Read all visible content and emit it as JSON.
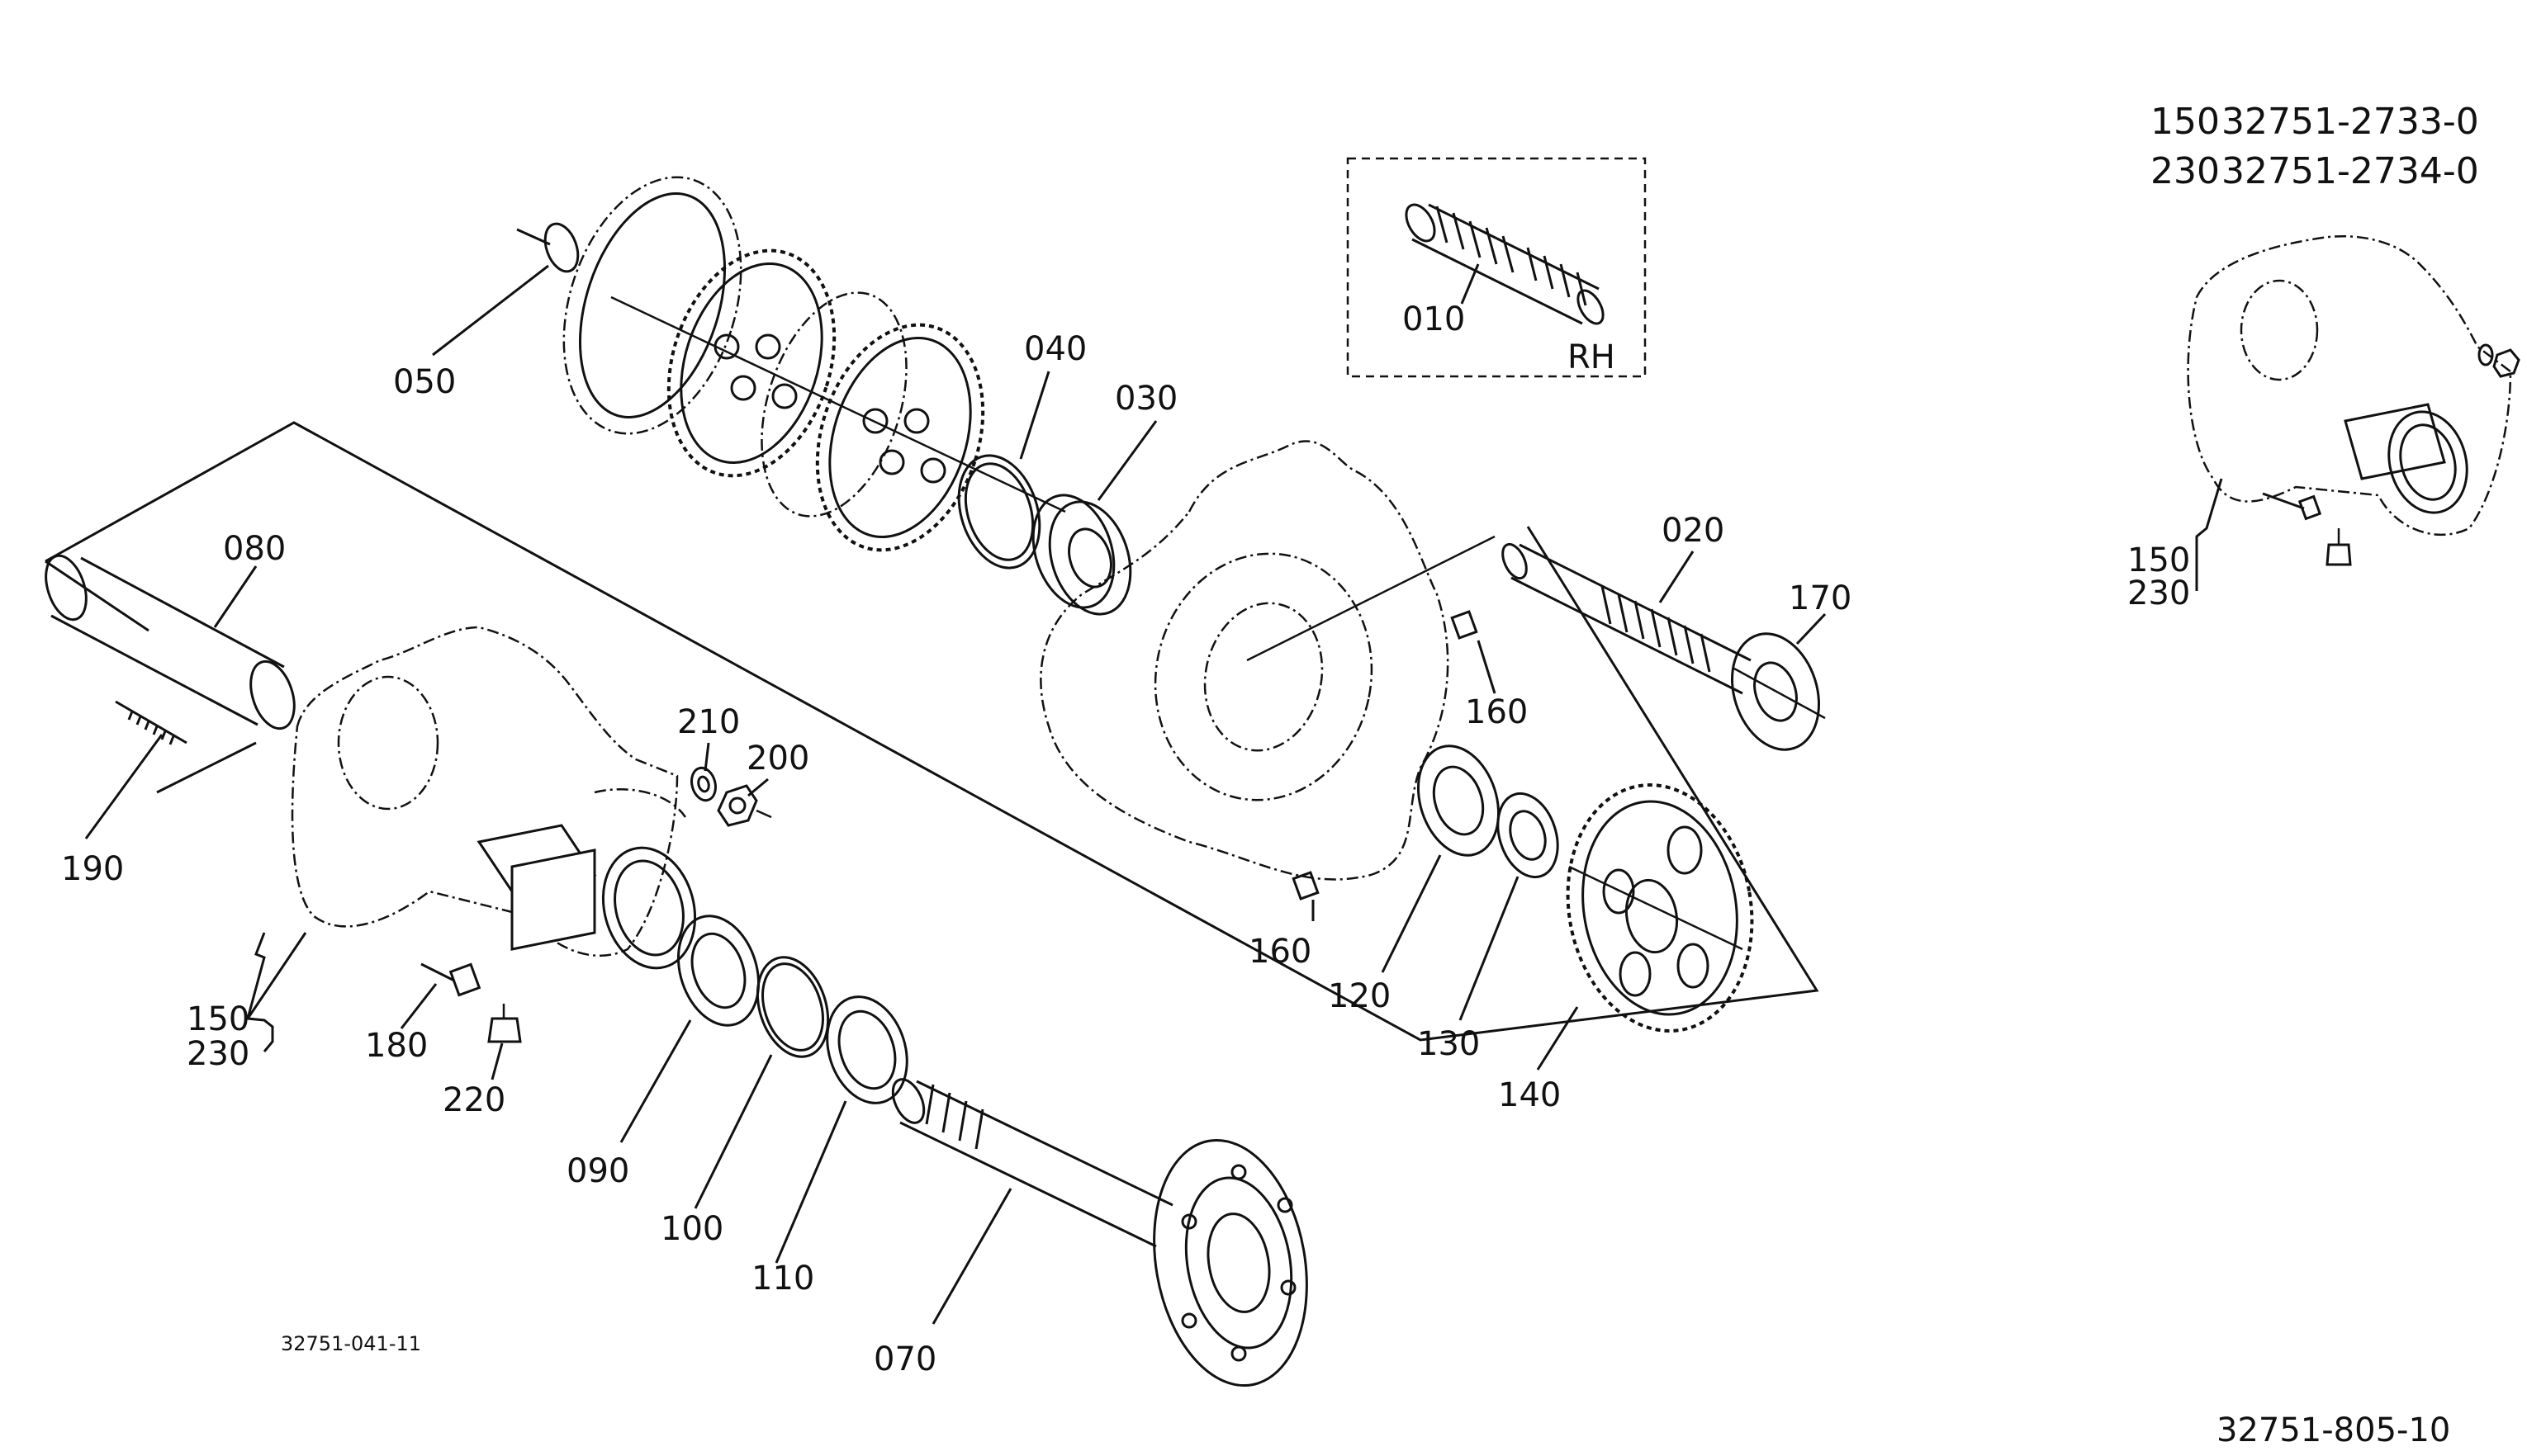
{
  "part_no_list": [
    {
      "item": "150",
      "number": "32751-2733-0"
    },
    {
      "item": "230",
      "number": "32751-2734-0"
    }
  ],
  "callouts": {
    "c010": "010",
    "c020": "020",
    "c030": "030",
    "c040": "040",
    "c050": "050",
    "c070": "070",
    "c080": "080",
    "c090": "090",
    "c100": "100",
    "c110": "110",
    "c120": "120",
    "c130": "130",
    "c140": "140",
    "c150": "150",
    "c160a": "160",
    "c160b": "160",
    "c170": "170",
    "c180": "180",
    "c190": "190",
    "c200": "200",
    "c210": "210",
    "c220": "220",
    "c230": "230",
    "inset_150": "150",
    "inset_230": "230"
  },
  "variant_box_label": "RH",
  "drawing_number_left": "32751-041-11",
  "drawing_number_right": "32751-805-10"
}
